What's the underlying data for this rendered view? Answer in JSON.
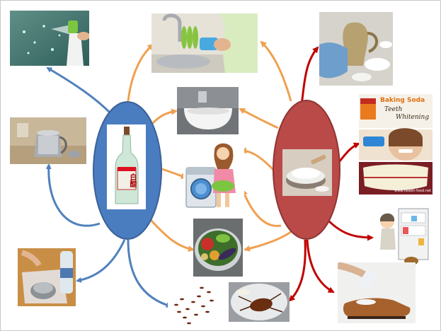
{
  "diagram": {
    "hubs": {
      "vinegar": {
        "name": "vinegar-hub",
        "fill": "#4a7cc0",
        "arrow_color": "#4f81bd",
        "bottle_label": "白醋"
      },
      "baking_soda": {
        "name": "baking-soda-hub",
        "fill": "#b94a48",
        "arrow_color": "#c00000"
      }
    },
    "shared_arrow_color": "#f0a050",
    "uses": [
      {
        "name": "window-cleaning-photo",
        "hub": "vinegar"
      },
      {
        "name": "kettle-descaling-photo",
        "hub": "vinegar"
      },
      {
        "name": "plastic-bag-cleaning-photo",
        "hub": "vinegar"
      },
      {
        "name": "ant-repelling-photo",
        "hub": "vinegar"
      },
      {
        "name": "dishwashing-photo",
        "hub": "both"
      },
      {
        "name": "washbasin-photo",
        "hub": "both"
      },
      {
        "name": "laundry-illustration",
        "hub": "both"
      },
      {
        "name": "vegetable-washing-photo",
        "hub": "both"
      },
      {
        "name": "cockroach-photo",
        "hub": "baking_soda"
      },
      {
        "name": "silver-polishing-photo",
        "hub": "baking_soda"
      },
      {
        "name": "teeth-whitening-photo",
        "hub": "baking_soda"
      },
      {
        "name": "fridge-deodorizing-illustration",
        "hub": "baking_soda"
      },
      {
        "name": "shoe-deodorizing-photo",
        "hub": "baking_soda"
      }
    ],
    "teeth_whitening": {
      "brand_line": "Baking Soda",
      "caption_line1": "Teeth",
      "caption_line2": "Whitening",
      "footer_url": "www.health-food.net"
    }
  }
}
